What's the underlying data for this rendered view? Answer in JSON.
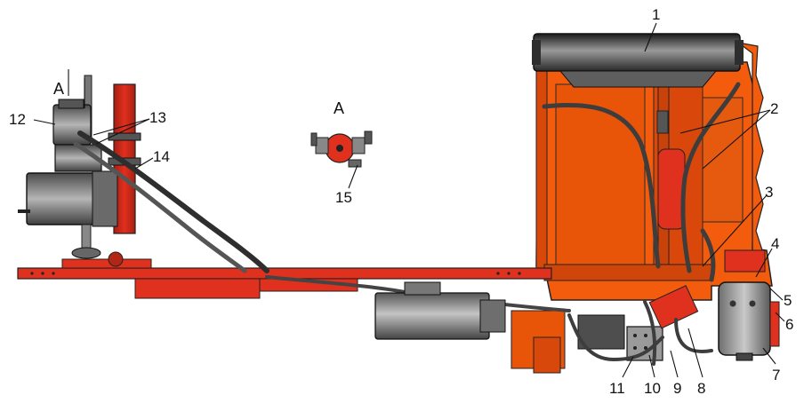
{
  "view_labels": {
    "left": "A",
    "center": "A"
  },
  "callouts": [
    {
      "id": "c1",
      "text": "1"
    },
    {
      "id": "c2",
      "text": "2"
    },
    {
      "id": "c3",
      "text": "3"
    },
    {
      "id": "c4",
      "text": "4"
    },
    {
      "id": "c5",
      "text": "5"
    },
    {
      "id": "c6",
      "text": "6"
    },
    {
      "id": "c7",
      "text": "7"
    },
    {
      "id": "c8",
      "text": "8"
    },
    {
      "id": "c9",
      "text": "9"
    },
    {
      "id": "c10",
      "text": "10"
    },
    {
      "id": "c11",
      "text": "11"
    },
    {
      "id": "c12",
      "text": "12"
    },
    {
      "id": "c13",
      "text": "13"
    },
    {
      "id": "c14",
      "text": "14"
    },
    {
      "id": "c15",
      "text": "15"
    }
  ],
  "colors": {
    "frame_orange": "#f25c0c",
    "frame_dark_orange": "#c8420a",
    "beam_red": "#e0301e",
    "beam_red_dark": "#a81f12",
    "steel_gray": "#8a8a8a",
    "steel_dark": "#3c3c3c",
    "steel_light": "#bdbdbd"
  }
}
